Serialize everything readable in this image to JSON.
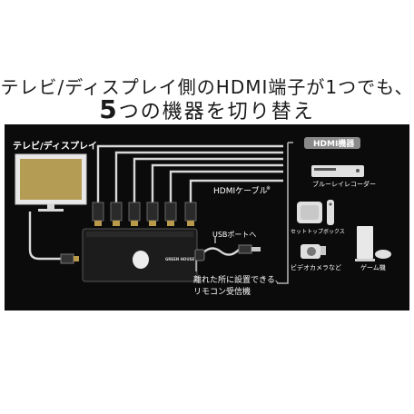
{
  "headline": {
    "line1": "テレビ/ディスプレイ側のHDMI端子が1つでも、",
    "line2_num": "5",
    "line2_rest": "つの機器を切り替え"
  },
  "diagram": {
    "tv_label": "テレビ/ディスプレイ",
    "hdmi_devices_label": "HDMI機器",
    "hdmi_cable_label": "HDMIケーブル",
    "hdmi_cable_mark": "※",
    "usb_label": "USBポートへ",
    "receiver_note_1": "離れた所に設置できる、",
    "receiver_note_2": "リモコン受信機",
    "brand": "GREEN HOUSE",
    "devices": [
      {
        "label": "ブルーレイレコーダー",
        "icon": "bluray-recorder-icon"
      },
      {
        "label": "セットトップボックス",
        "icon": "set-top-box-icon"
      },
      {
        "label": "ビデオカメラなど",
        "icon": "video-camera-icon"
      },
      {
        "label": "ゲーム機",
        "icon": "game-console-icon"
      }
    ],
    "colors": {
      "panel": "#0b0b0b",
      "cable": "#d8d8d8",
      "gold": "#b89a4a",
      "tv_screen": "#b59c54"
    }
  }
}
